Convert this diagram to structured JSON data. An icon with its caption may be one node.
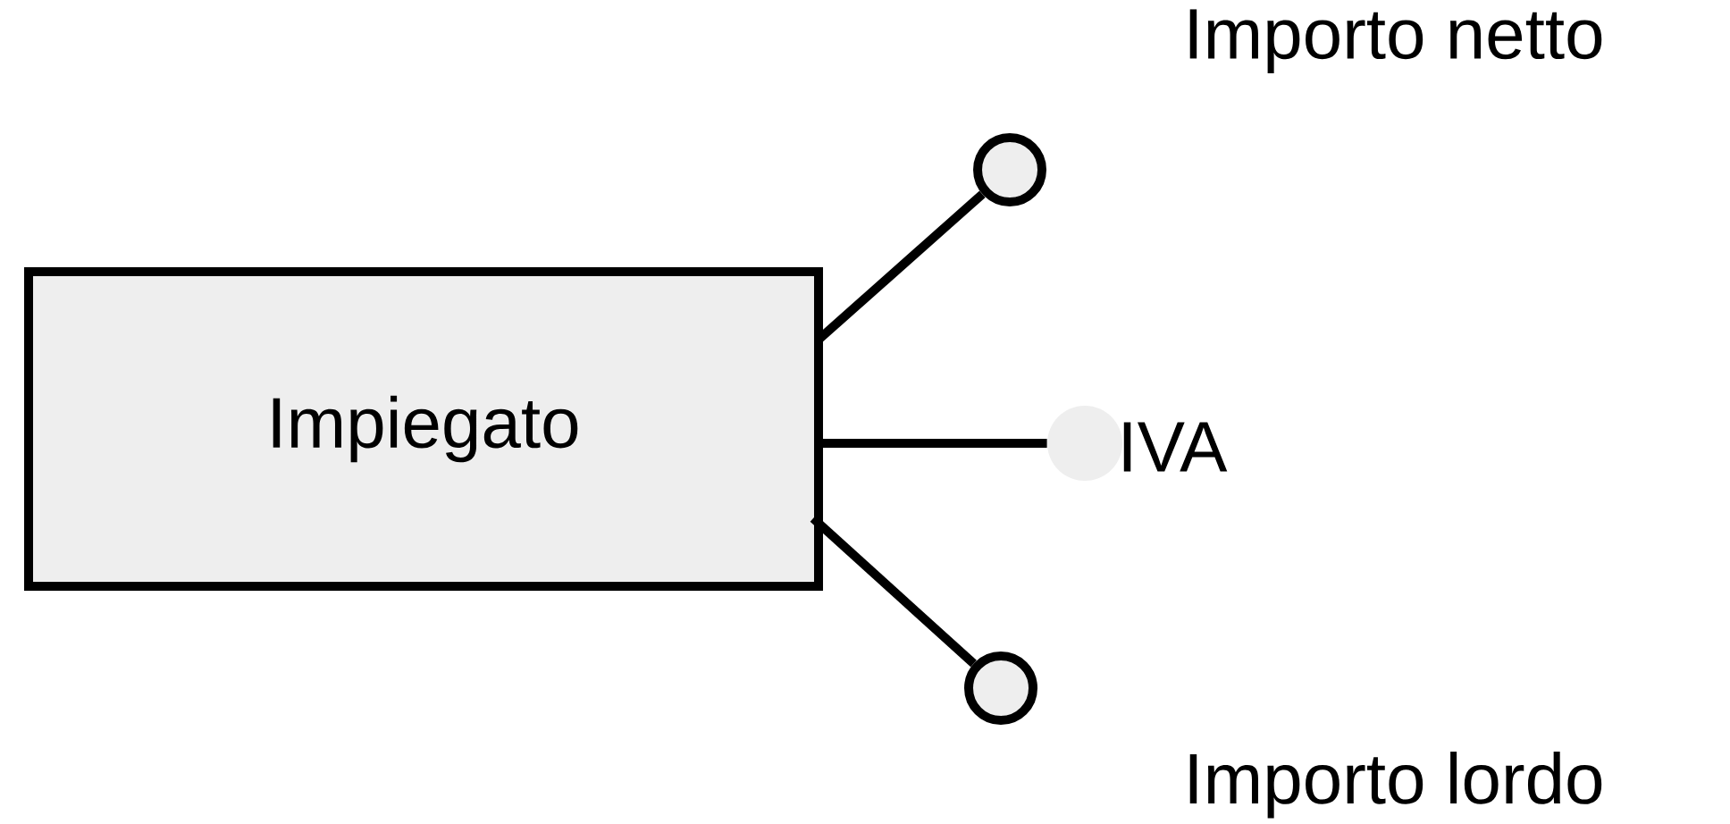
{
  "diagram": {
    "nodes": [
      {
        "text": [
          "Impiegato"
        ]
      },
      {
        "text": [],
        "shape": "circle",
        "beside": [
          "Importo netto"
        ]
      },
      {
        "text": [],
        "shape": "dot",
        "beside": [
          "IVA"
        ]
      },
      {
        "text": [],
        "shape": "circle",
        "beside": [
          "Importo lordo"
        ]
      }
    ],
    "edges": [
      {
        "from": 0,
        "to": 1,
        "arrow": "none"
      },
      {
        "from": 0,
        "to": 2,
        "arrow": "none"
      },
      {
        "from": 0,
        "to": 3,
        "arrow": "none"
      }
    ]
  }
}
